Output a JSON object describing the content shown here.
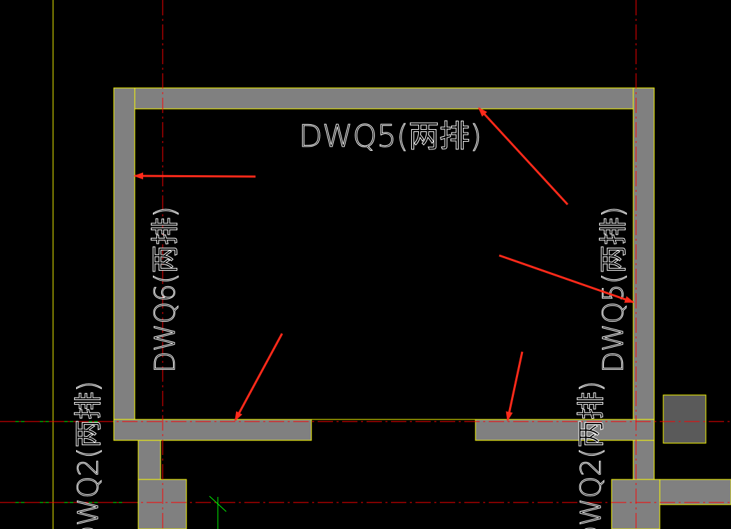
{
  "drawing": {
    "labels": {
      "top_wall": "DWQ5(两排)",
      "left_wall": "DWQ6(两排)",
      "right_wall": "DWQ5(两排)",
      "bottom_left_wall": "DWQ2(两排)",
      "bottom_right_wall": "DWQ2(两排)"
    },
    "colors": {
      "background": "#000000",
      "wall_fill": "#808080",
      "wall_outline": "#ffff00",
      "axis_line": "#ff0000",
      "guide_green": "#00ff00",
      "guide_yellow": "#ffff00",
      "annotation_arrow": "#ff2a1a",
      "column_dark": "#5a5a5a",
      "text": "#ffffff"
    },
    "icons": {
      "ucs": "ucs-crosshair-icon",
      "arrow": "annotation-arrow-icon"
    }
  }
}
